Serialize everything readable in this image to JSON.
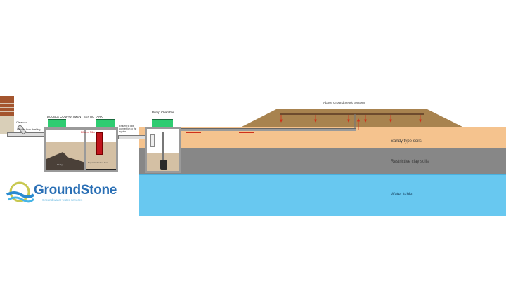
{
  "diagram": {
    "house": {
      "cleanout_label": "Cleanout",
      "effluent_from_dwelling_label": "Effluent from dwelling"
    },
    "septic_tank": {
      "title": "DOUBLE COMPARTMENT SEPTIC TANK",
      "effluent_filter_label": "Effluent Filter",
      "sludge_label": "Sludge",
      "separated_water_label": "Separated water level",
      "effluent_out_label": "Effluent to pipe connection to the system"
    },
    "pump_chamber": {
      "title": "Pump Chamber"
    },
    "mound": {
      "title": "Above Ground Septic System"
    },
    "layers": {
      "sandy": "Sandy type soils",
      "clay": "Restrictive clay soils",
      "water": "Water table"
    },
    "colors": {
      "sandy": "#f5c38e",
      "clay": "#8a8a8a",
      "water": "#68c8f0",
      "mound": "#a8834f",
      "lid": "#2ecc71",
      "brick": "#a0522d"
    }
  },
  "logo": {
    "name": "GroundStone",
    "tagline": "Ground water water services"
  }
}
